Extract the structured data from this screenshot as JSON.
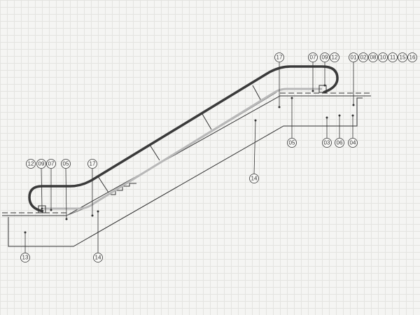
{
  "title": "Escalator side section",
  "colors": {
    "line": "#333333",
    "handrail": "#3a3a3a",
    "balustrade": "#b8b8b8",
    "grid": "#e4e4e1"
  },
  "callouts": {
    "top": [
      "17",
      "07",
      "09",
      "12",
      "01",
      "02",
      "08",
      "10",
      "11",
      "15",
      "16"
    ],
    "upper_right": [
      "05",
      "03",
      "06",
      "04"
    ],
    "middle": [
      "14"
    ],
    "left": [
      "12",
      "09",
      "07",
      "05",
      "17"
    ],
    "bottom": [
      "13",
      "14"
    ]
  }
}
